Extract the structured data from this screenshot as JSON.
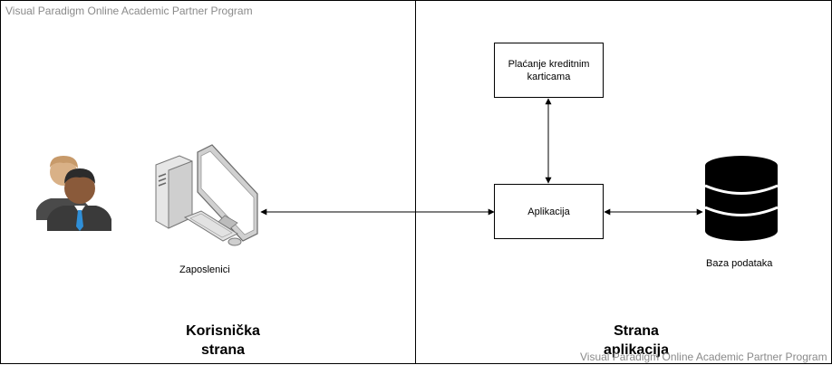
{
  "watermark_top": "Visual Paradigm Online Academic Partner Program",
  "watermark_bottom": "Visual Paradigm Online Academic Partner Program",
  "left_section": {
    "employees_label": "Zaposlenici",
    "title_line1": "Korisnička",
    "title_line2": "strana"
  },
  "right_section": {
    "payment_box": "Plaćanje kreditnim karticama",
    "app_box": "Aplikacija",
    "db_label": "Baza podataka",
    "title_line1": "Strana",
    "title_line2": "aplikacija"
  },
  "icons": [
    "users-icon",
    "computer-icon",
    "database-icon"
  ]
}
